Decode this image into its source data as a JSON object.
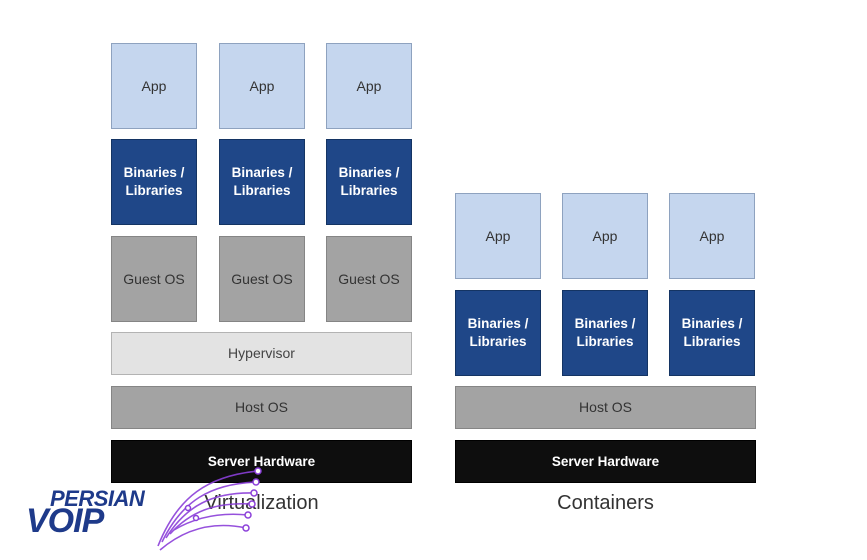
{
  "virtualization": {
    "caption": "Virtualization",
    "app_label": "App",
    "bin_label": "Binaries / Libraries",
    "guest_label": "Guest OS",
    "hypervisor_label": "Hypervisor",
    "host_label": "Host OS",
    "hardware_label": "Server Hardware"
  },
  "containers": {
    "caption": "Containers",
    "app_label": "App",
    "bin_label": "Binaries / Libraries",
    "host_label": "Host OS",
    "hardware_label": "Server Hardware"
  },
  "logo": {
    "line1": "PERSIAN",
    "line2": "VOIP",
    "accent_color": "#7c3aed",
    "text_color": "#1e3a8a"
  }
}
